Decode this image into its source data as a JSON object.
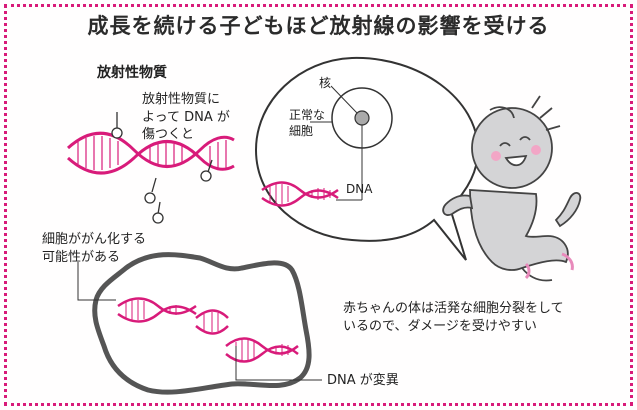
{
  "title": "成長を続ける子どもほど放射線の影響を受ける",
  "labels": {
    "radioactive": "放射性物質",
    "damage": "放射性物質に\nよって DNA が\n傷つくと",
    "nucleus": "核",
    "normal_cell": "正常な\n細胞",
    "dna": "DNA",
    "cancer_risk": "細胞ががん化する\n可能性がある",
    "baby_note": "赤ちゃんの体は活発な細胞分裂をして\nいるので、ダメージを受けやすい",
    "dna_mutation": "DNA が変異"
  },
  "colors": {
    "accent": "#d81b7a",
    "outline": "#555555",
    "baby": "#d4d4d6"
  }
}
